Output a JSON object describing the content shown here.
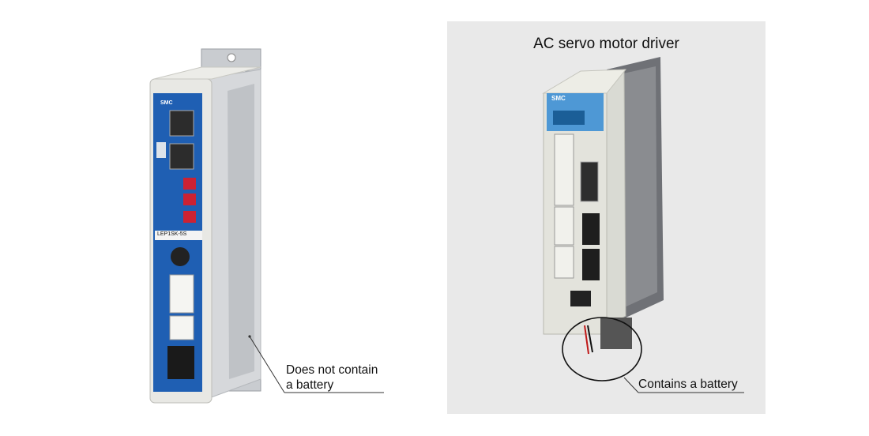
{
  "left_product": {
    "brand_text": "SMC",
    "model_label": "LEP1SK-5S",
    "caption_line1": "Does not contain",
    "caption_line2": "a battery"
  },
  "right_product": {
    "title": "AC servo motor driver",
    "brand_text": "SMC",
    "caption": "Contains a battery"
  },
  "colors": {
    "panel_bg": "#e9e9e9",
    "driver_blue": "#1f5fb3",
    "enclosure_gray": "#cfd2d6"
  }
}
